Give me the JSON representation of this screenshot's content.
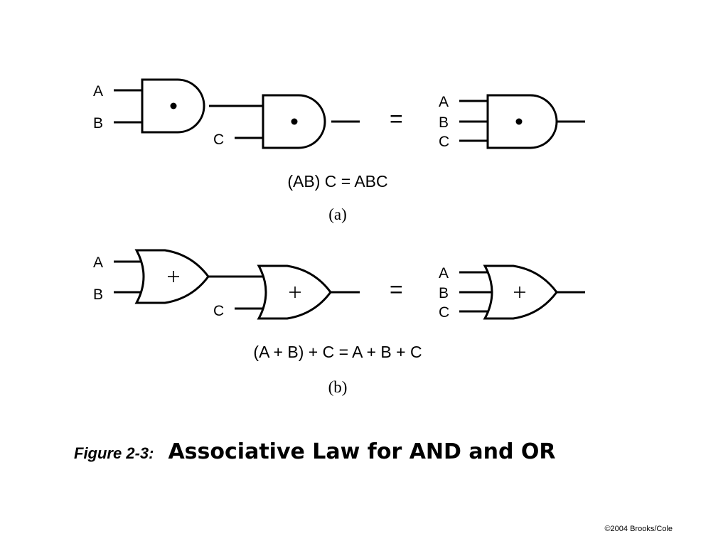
{
  "diagram": {
    "and_section": {
      "left_inputs": [
        "A",
        "B",
        "C"
      ],
      "right_inputs": [
        "A",
        "B",
        "C"
      ],
      "equals": "=",
      "gate_symbol": "and-dot",
      "equation": "(AB) C = ABC",
      "part_label": "(a)"
    },
    "or_section": {
      "left_inputs": [
        "A",
        "B",
        "C"
      ],
      "right_inputs": [
        "A",
        "B",
        "C"
      ],
      "equals": "=",
      "gate_symbol": "or-plus",
      "equation": "(A + B) + C = A + B + C",
      "part_label": "(b)"
    }
  },
  "caption": {
    "label": "Figure 2-3:",
    "title": "Associative Law for AND and OR"
  },
  "copyright": "©2004 Brooks/Cole"
}
